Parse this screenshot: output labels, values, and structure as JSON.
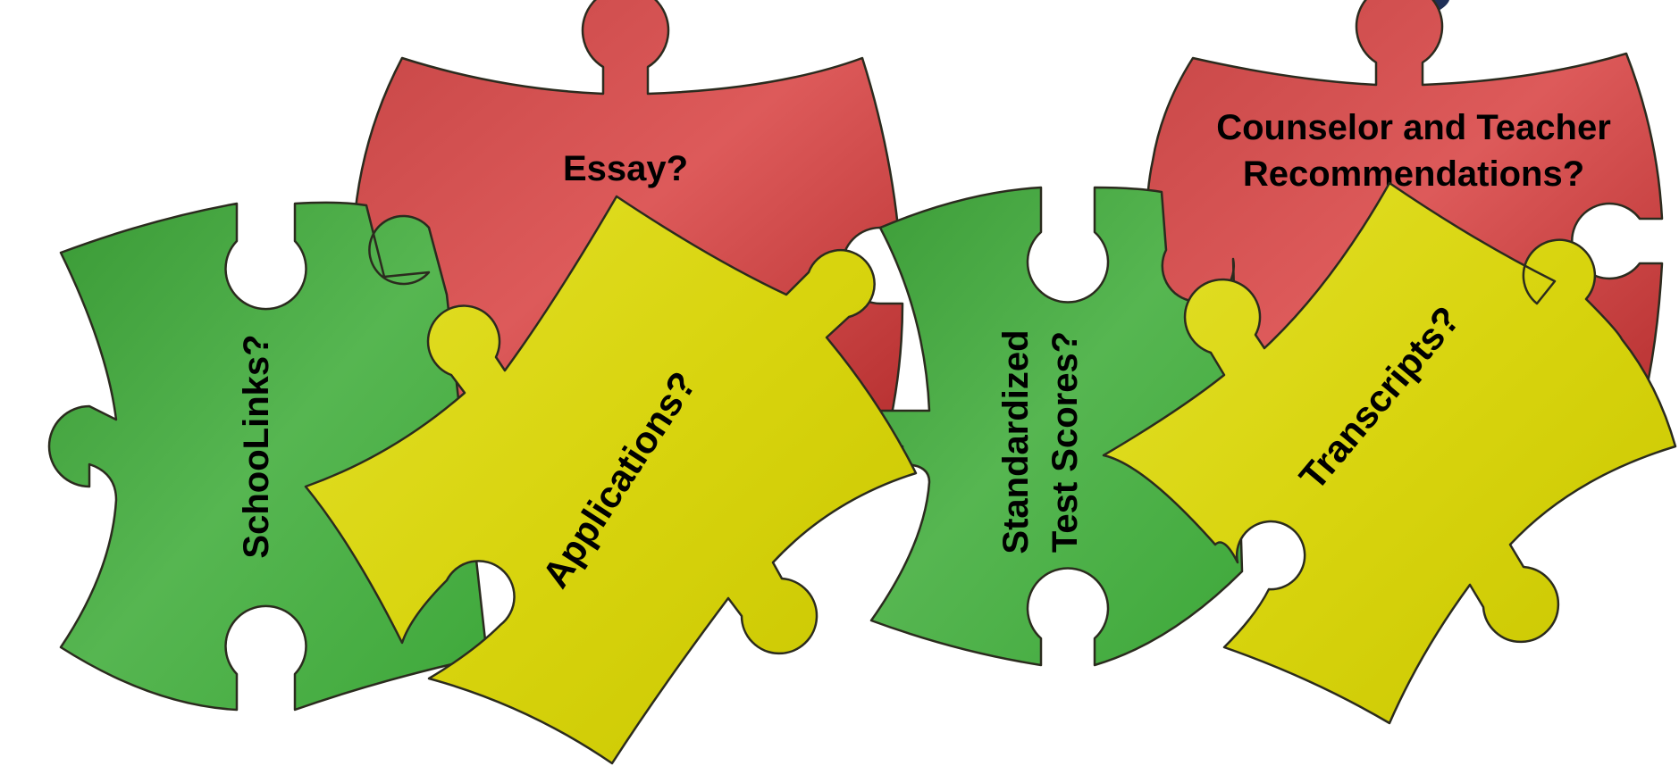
{
  "pieces": [
    {
      "id": "essay",
      "label": "Essay?",
      "color": "#d94d4d"
    },
    {
      "id": "counselor",
      "label_lines": [
        "Counselor and Teacher",
        "Recommendations?"
      ],
      "color": "#d94d4d"
    },
    {
      "id": "schoolinks",
      "label": "SchooLinks?",
      "color": "#4caf45"
    },
    {
      "id": "standardized",
      "label_lines": [
        "Standardized",
        "Test Scores?"
      ],
      "color": "#4caf45"
    },
    {
      "id": "applications",
      "label": "Applications?",
      "color": "#d6d20c"
    },
    {
      "id": "transcripts",
      "label": "Transcripts?",
      "color": "#d6d20c"
    }
  ],
  "colors": {
    "red": "#d94d4d",
    "red_dark": "#b83232",
    "green": "#4caf45",
    "green_dark": "#2f8f2c",
    "yellow": "#d6d20c",
    "yellow_light": "#e8e53a",
    "outline": "#2b2b1e",
    "title_fragment": "#1f2f57"
  }
}
